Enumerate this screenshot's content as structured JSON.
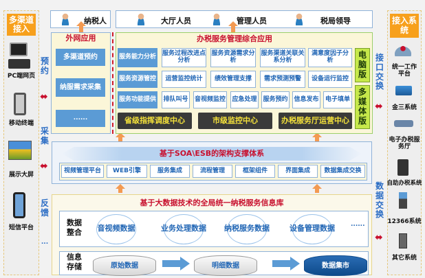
{
  "left": {
    "title": "多渠道接入",
    "items": [
      "PC端网页",
      "移动终端",
      "展示大屏",
      "短信平台"
    ],
    "vlabels": [
      "预约",
      "采集",
      "反馈",
      "..."
    ]
  },
  "top": {
    "taxpayer": "纳税人",
    "roles": [
      "大厅人员",
      "管理人员",
      "税局领导"
    ]
  },
  "external": {
    "title": "外网应用",
    "items": [
      "多渠道预约",
      "纳服需求采集",
      "......"
    ]
  },
  "main": {
    "title": "办税服务管理综合应用",
    "row1": [
      "服务能力分析",
      "服务过程改进点分析",
      "服务资源需求分析",
      "服务渠道关联关系分析",
      "满意度因子分析"
    ],
    "row2": [
      "服务资源管控",
      "运营监控统计",
      "绩效管理支撑",
      "需求预测预警",
      "设备运行监控"
    ],
    "row3": [
      "服务功能提供",
      "排队叫号",
      "音视频监控",
      "应急处理",
      "服务预约",
      "信息发布",
      "电子填单"
    ],
    "centers": [
      "省级指挥调度中心",
      "市级监控中心",
      "办税服务厅运营中心"
    ],
    "versions": [
      "电脑版",
      "多媒体版"
    ]
  },
  "soa": {
    "title": "基于SOA\\ESB的架构支撑体系",
    "items": [
      "视频管理平台",
      "WEB引擎",
      "服务集成",
      "流程管理",
      "框架组件",
      "界面集成",
      "数据集成交换"
    ]
  },
  "data": {
    "title": "基于大数据技术的全局统一纳税服务信息库",
    "integration_label": "数据整合",
    "integration": [
      "音视频数据",
      "业务处理数据",
      "纳税服务数据",
      "设备管理数据",
      "......"
    ],
    "storage_label": "信息存储",
    "storage": [
      "原始数据",
      "明细数据",
      "数据集市"
    ]
  },
  "right": {
    "title": "接入系统",
    "items": [
      "统一工作平台",
      "金三系统",
      "电子办税服务厅",
      "自助办税系统",
      "12366系统",
      "其它系统"
    ],
    "vlabels": [
      "接口交换",
      "数据交换"
    ]
  }
}
